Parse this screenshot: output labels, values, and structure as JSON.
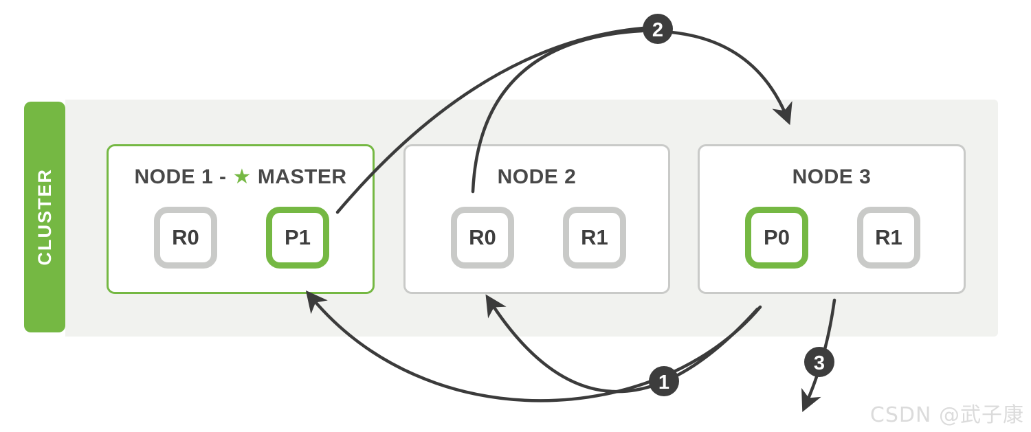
{
  "diagram": {
    "cluster_label": "CLUSTER",
    "nodes": [
      {
        "title": "NODE 1 -",
        "master_label": "MASTER",
        "is_master": true,
        "shards": [
          {
            "label": "R0",
            "type": "replica"
          },
          {
            "label": "P1",
            "type": "primary"
          }
        ]
      },
      {
        "title": "NODE 2",
        "shards": [
          {
            "label": "R0",
            "type": "replica"
          },
          {
            "label": "R1",
            "type": "replica"
          }
        ]
      },
      {
        "title": "NODE 3",
        "shards": [
          {
            "label": "P0",
            "type": "primary"
          },
          {
            "label": "R1",
            "type": "replica"
          }
        ]
      }
    ],
    "steps": [
      {
        "label": "1"
      },
      {
        "label": "2"
      },
      {
        "label": "3"
      }
    ],
    "icons": {
      "master_star": "★"
    },
    "colors": {
      "green": "#75b843",
      "gray_border": "#c9cac8",
      "dark": "#3d3d3d",
      "panel_bg": "#f1f2ef",
      "watermark": "#dbdbdb"
    }
  },
  "watermark": {
    "text": "CSDN @武子康"
  }
}
